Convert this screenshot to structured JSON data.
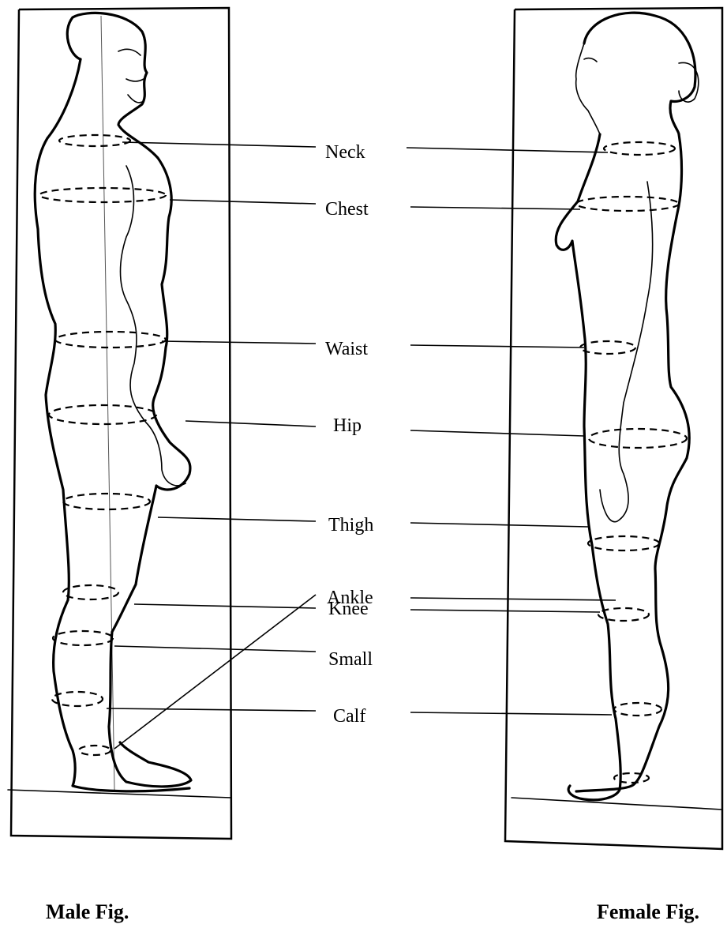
{
  "labels": {
    "neck": "Neck",
    "chest": "Chest",
    "waist": "Waist",
    "hip": "Hip",
    "thigh": "Thigh",
    "knee": "Knee",
    "small": "Small",
    "calf": "Calf",
    "ankle": "Ankle"
  },
  "captions": {
    "male": "Male Fig.",
    "female": "Female Fig."
  },
  "colors": {
    "ink": "#000000",
    "background": "#ffffff"
  }
}
